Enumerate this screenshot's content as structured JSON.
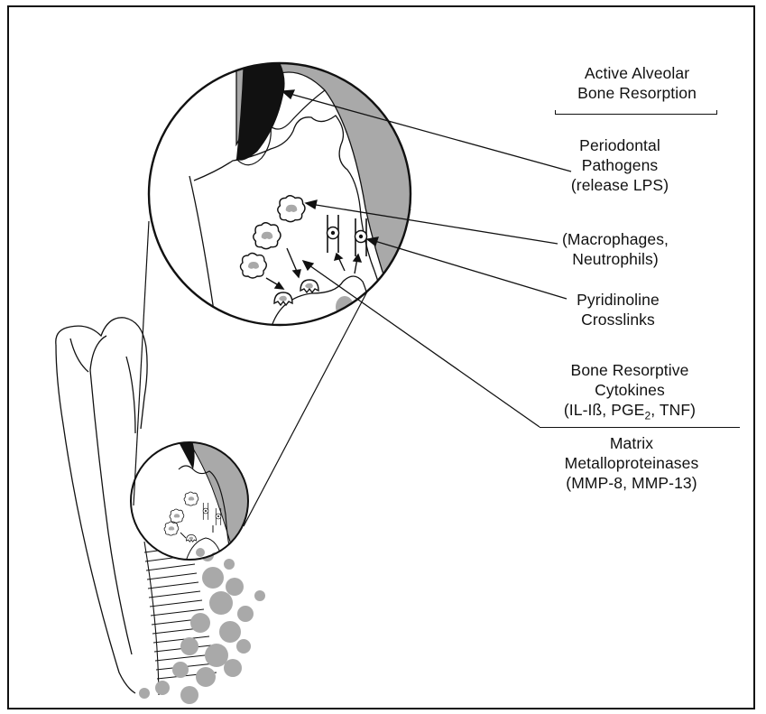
{
  "labels": {
    "title": [
      "Active Alveolar",
      "Bone Resorption"
    ],
    "pathogens": [
      "Periodontal",
      "Pathogens",
      "(release LPS)"
    ],
    "cells": [
      "(Macrophages,",
      "Neutrophils)"
    ],
    "pyridinoline": [
      "Pyridinoline",
      "Crosslinks"
    ],
    "cytokines": [
      "Bone Resorptive",
      "Cytokines"
    ],
    "cytokines_list": {
      "pre": "(IL-Iß, PGE",
      "sub": "2",
      "post": ", TNF)"
    },
    "mmp": [
      "Matrix",
      "Metalloproteinases",
      "(MMP-8, MMP-13)"
    ]
  },
  "colors": {
    "line": "#111111",
    "bone_gray": "#a9a9a9",
    "pathogen_black": "#111111",
    "background": "#ffffff"
  }
}
